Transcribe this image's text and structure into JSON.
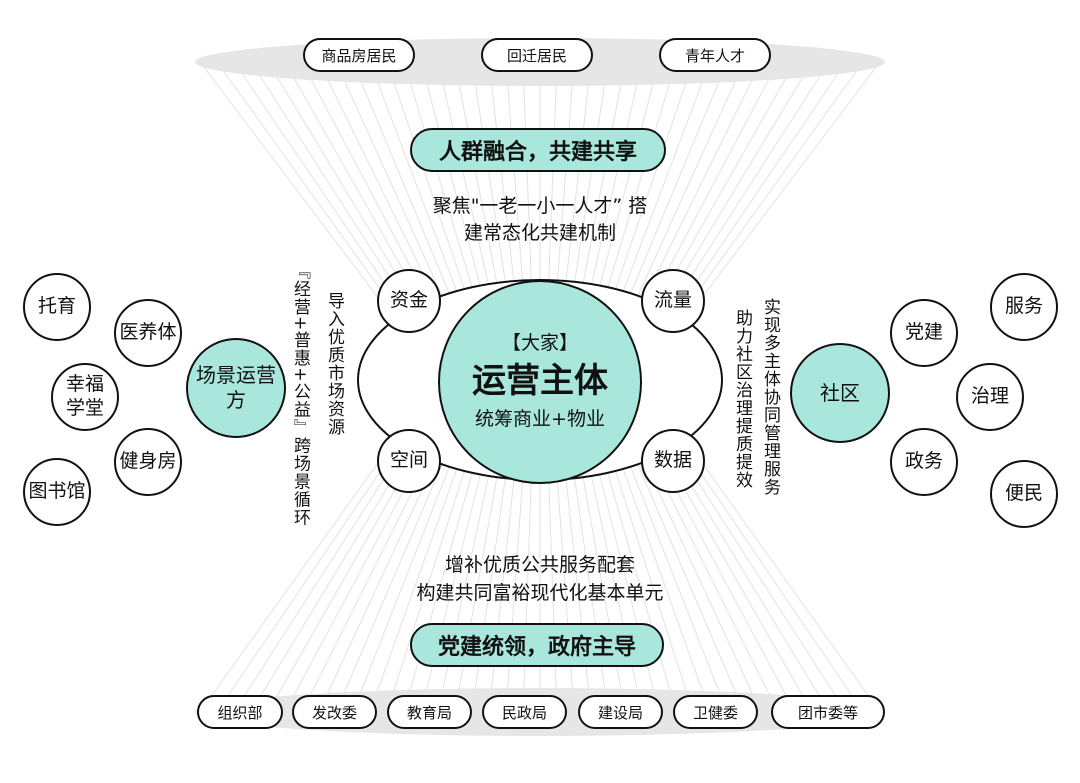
{
  "colors": {
    "accent": "#a9e7dd",
    "ellipse": "#e6e6e6",
    "line": "#111111"
  },
  "top": {
    "groups": [
      "商品房居民",
      "回迁居民",
      "青年人才"
    ],
    "banner": "人群融合，共建共享",
    "desc": [
      "聚焦\"一老一小一人才” 搭",
      "建常态化共建机制"
    ]
  },
  "center": {
    "bracket": "【大家】",
    "title": "运营主体",
    "subtitle": "统筹商业+物业",
    "nodes": [
      "资金",
      "流量",
      "空间",
      "数据"
    ]
  },
  "left": {
    "hub": "场景运营方",
    "items": [
      "托育",
      "医养体",
      "幸福学堂",
      "健身房",
      "图书馆"
    ],
    "vtext": [
      "导入优质市场资源",
      "『经营+普惠+公益』跨场景循环"
    ]
  },
  "right": {
    "hub": "社区",
    "items": [
      "党建",
      "服务",
      "治理",
      "政务",
      "便民"
    ],
    "vtext": [
      "实现多主体协同管理服务",
      "助力社区治理提质提效"
    ]
  },
  "bottom": {
    "desc": [
      "增补优质公共服务配套",
      "构建共同富裕现代化基本单元"
    ],
    "banner": "党建统领，政府主导",
    "groups": [
      "组织部",
      "发改委",
      "教育局",
      "民政局",
      "建设局",
      "卫健委",
      "团市委等"
    ]
  }
}
